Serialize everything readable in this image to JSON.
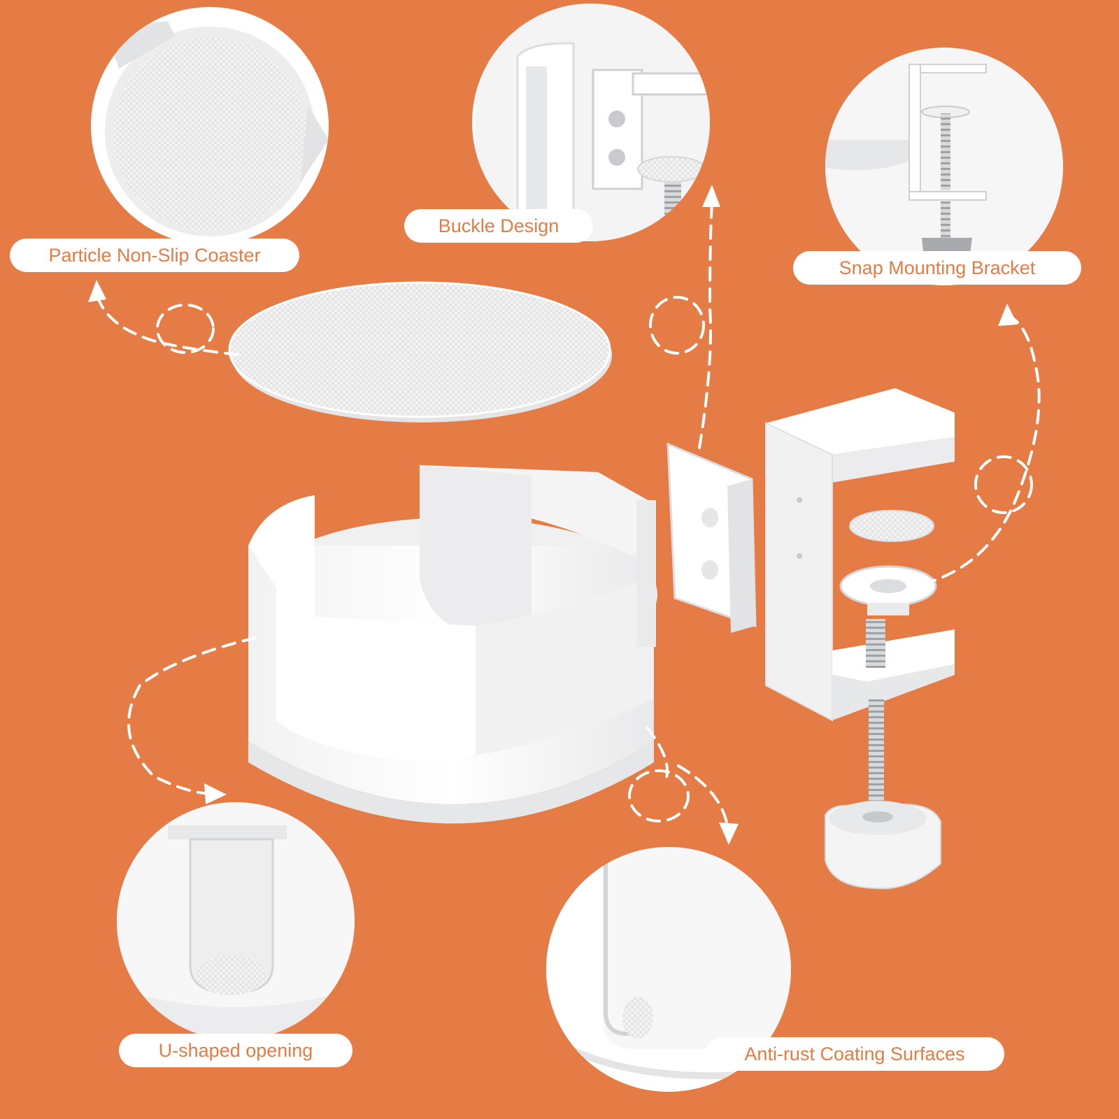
{
  "colors": {
    "background": "#E57B45",
    "label_text": "#E57B45",
    "label_fill": "#FFFFFF",
    "part": "#FFFFFF",
    "part_shadow": "#D9DADC",
    "dashes": "#FFFFFF"
  },
  "labels": {
    "coaster": "Particle Non-Slip Coaster",
    "buckle": "Buckle Design",
    "bracket": "Snap Mounting Bracket",
    "opening": "U-shaped opening",
    "coating": "Anti-rust Coating Surfaces"
  },
  "parts": [
    "coaster",
    "buckle",
    "clamp-bracket",
    "cup-holder",
    "screw-knob"
  ]
}
